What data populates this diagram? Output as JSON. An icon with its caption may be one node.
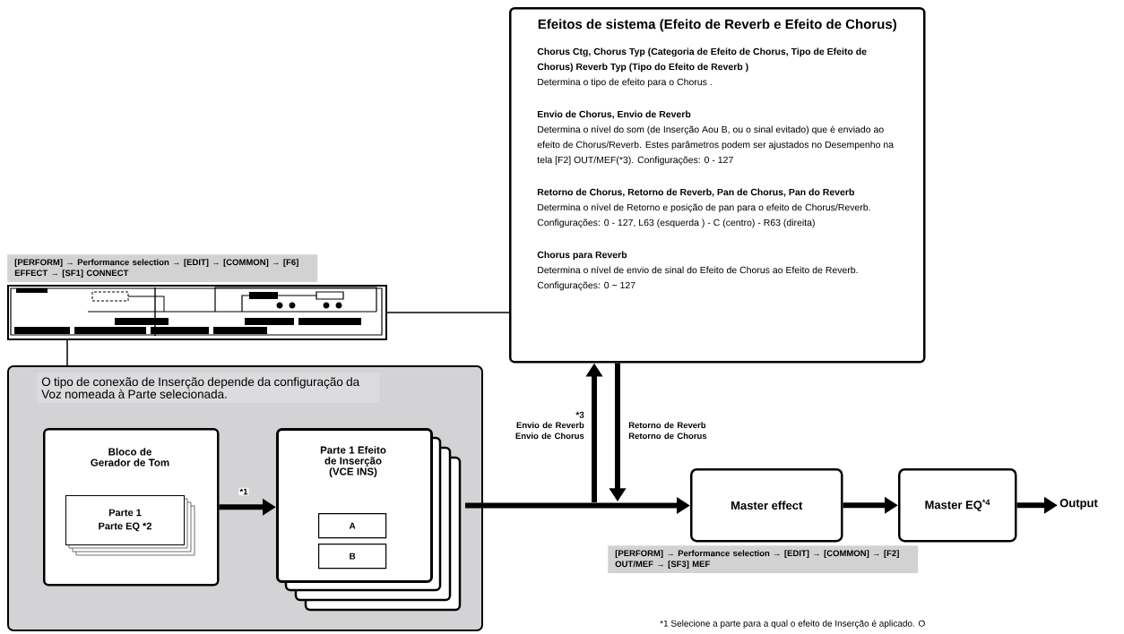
{
  "diagram": {
    "nodes": [
      {
        "text": [
          "Efeitos de sistema (Efeito de Reverb e Efeito de Chorus)",
          "Chorus Ctg, Chorus Typ (Categoria de Efeito de Chorus, Tipo de Efeito de Chorus) Reverb Typ (Tipo do Efeito de Reverb )",
          "Determina o tipo de efeito para o Chorus .",
          "Envio de Chorus, Envio de Reverb",
          "Determina o nível do som (de Inserção Aou B, ou o sinal evitado) que é enviado ao efeito de Chorus/Reverb. Estes parâmetros podem ser ajustados no Desempenho na tela [F2] OUT/MEF(*3). Configurações: 0 - 127",
          "Retorno de Chorus, Retorno de Reverb, Pan de Chorus, Pan do Reverb",
          "Determina o nível de Retorno e posição de pan para o efeito de Chorus/Reverb. Configurações: 0 - 127, L63 (esquerda ) - C (centro) - R63 (direita)",
          "Chorus para Reverb",
          "Determina o nível de envio de sinal do Efeito de Chorus ao Efeito de Reverb. Configurações: 0 ~ 127"
        ]
      },
      {
        "text": [],
        "shape": "picture",
        "beside": [
          "[PERFORM] → Performance selection → [EDIT] → [COMMON] → [F6] EFFECT → [SF1] CONNECT"
        ]
      },
      {
        "text": [
          "O tipo de conexão de Inserção depende da configuração da Voz nomeada à Parte selecionada."
        ]
      },
      {
        "text": [
          "Bloco de Gerador de Tom"
        ],
        "in": 2
      },
      {
        "text": [
          "Parte 1 Parte EQ *2"
        ],
        "in": 3
      },
      {
        "text": [
          "Parte 1 Efeito de Inserção (VCE INS)"
        ],
        "in": 2
      },
      {
        "text": [
          "A"
        ],
        "in": 5
      },
      {
        "text": [
          "B"
        ],
        "in": 5
      },
      {
        "text": [
          "Master effect"
        ],
        "beside": [
          "[PERFORM] → Performance selection → [EDIT] → [COMMON] → [F2] OUT/MEF → [SF3] MEF"
        ]
      },
      {
        "text": [
          "Master EQ$^{*4}$"
        ]
      },
      {
        "text": [
          "Output"
        ]
      }
    ],
    "edges": [
      {
        "from": 3,
        "to": 5,
        "arrow": "to",
        "label": "*1"
      },
      {
        "from": 5,
        "to": 8,
        "arrow": "to"
      },
      {
        "from": null,
        "to": 0,
        "arrow": "to",
        "label": "Envio de Reverb Envio de Chorus"
      },
      {
        "from": 0,
        "to": 8,
        "arrow": "to",
        "label": "Retorno de Reverb Retorno de Chorus"
      },
      {
        "from": 8,
        "to": 9,
        "arrow": "to"
      },
      {
        "from": 9,
        "to": 10,
        "arrow": "to"
      },
      {
        "from": 1,
        "to": 0,
        "arrow": "none"
      },
      {
        "from": 1,
        "to": 2,
        "arrow": "none"
      }
    ],
    "labels": [
      "*3",
      "*1 Selecione a parte para a qual o efeito de Inserção é aplicado. O"
    ]
  }
}
